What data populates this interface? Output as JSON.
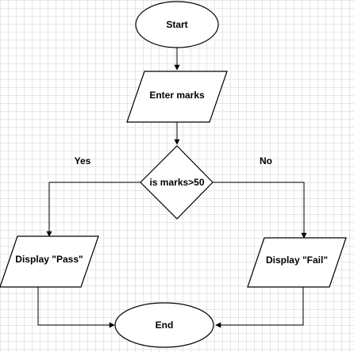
{
  "nodes": {
    "start": "Start",
    "enter_marks": "Enter marks",
    "decision": "is marks>50",
    "display_pass": "Display \"Pass\"",
    "display_fail": "Display \"Fail\"",
    "end": "End"
  },
  "edges": {
    "yes": "Yes",
    "no": "No"
  }
}
